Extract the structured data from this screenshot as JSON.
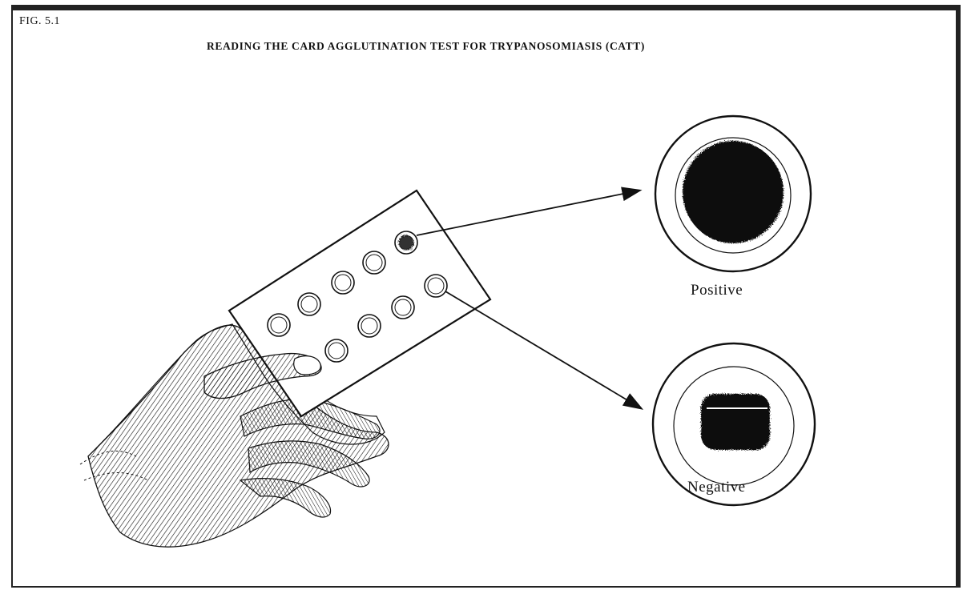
{
  "figure": {
    "label": "FIG. 5.1",
    "title": "READING THE CARD AGGLUTINATION TEST FOR TRYPANOSOMIASIS (CATT)"
  },
  "results": {
    "positive_label": "Positive",
    "negative_label": "Negative"
  },
  "colors": {
    "ink": "#111111",
    "paper": "#ffffff"
  }
}
